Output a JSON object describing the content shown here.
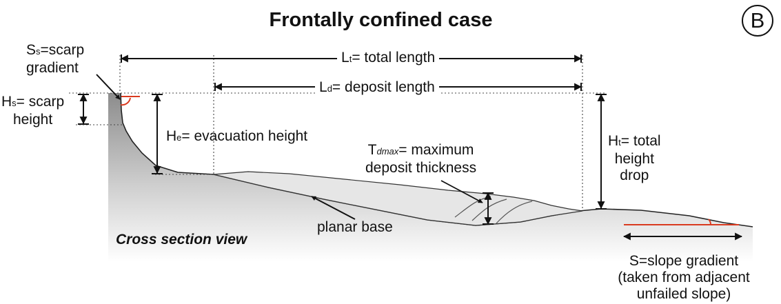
{
  "title": "Frontally confined case",
  "panel_badge": "B",
  "view_label": "Cross section view",
  "labels": {
    "scarp_gradient": {
      "sym": "S",
      "sub": "s",
      "text": "=scarp",
      "line2": "gradient"
    },
    "scarp_height": {
      "sym": "H",
      "sub": "s",
      "text": "= scarp",
      "line2": "height"
    },
    "total_length": {
      "sym": "L",
      "sub": "t",
      "text": "= total length"
    },
    "deposit_length": {
      "sym": "L",
      "sub": "d",
      "text": "= deposit length"
    },
    "evacuation_height": {
      "sym": "H",
      "sub": "e",
      "text": "= evacuation height"
    },
    "max_thickness": {
      "sym": "T",
      "sub": "dmax",
      "text": "= maximum",
      "line2": "deposit thickness"
    },
    "total_height": {
      "sym": "H",
      "sub": "t",
      "text": "= total",
      "line2": "height",
      "line3": "drop"
    },
    "planar_base": "planar base",
    "slope_gradient": {
      "line1": "S=slope gradient",
      "line2": "(taken from adjacent",
      "line3": "unfailed slope)"
    }
  },
  "colors": {
    "ground_top": "#8c8c8c",
    "ground_bottom": "#ffffff",
    "deposit_fill": "#e6e6e6",
    "angle_mark": "#d93a1f",
    "ink": "#111111"
  }
}
